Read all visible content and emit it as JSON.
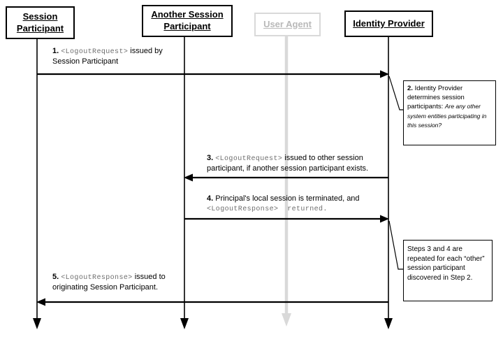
{
  "actors": [
    {
      "id": "session-participant",
      "label": "Session Participant",
      "muted": false
    },
    {
      "id": "another-session-participant",
      "label": "Another Session Participant",
      "muted": false
    },
    {
      "id": "user-agent",
      "label": "User Agent",
      "muted": true
    },
    {
      "id": "identity-provider",
      "label": "Identity Provider",
      "muted": false
    }
  ],
  "messages": [
    {
      "step": "1",
      "from": "session-participant",
      "to": "identity-provider",
      "lines": [
        [
          {
            "s": "num",
            "t": "1. "
          },
          {
            "s": "mono",
            "t": "<LogoutRequest>"
          },
          {
            "s": "plain",
            "t": " issued by"
          }
        ],
        [
          {
            "s": "plain",
            "t": "Session Participant"
          }
        ]
      ]
    },
    {
      "step": "3",
      "from": "identity-provider",
      "to": "another-session-participant",
      "lines": [
        [
          {
            "s": "num",
            "t": "3. "
          },
          {
            "s": "mono",
            "t": "<LogoutRequest>"
          },
          {
            "s": "plain",
            "t": " issued to other session"
          }
        ],
        [
          {
            "s": "plain",
            "t": "participant, if another session participant exists."
          }
        ]
      ]
    },
    {
      "step": "4",
      "from": "another-session-participant",
      "to": "identity-provider",
      "lines": [
        [
          {
            "s": "num",
            "t": "4. "
          },
          {
            "s": "plain",
            "t": "Principal's local session is terminated, and"
          }
        ],
        [
          {
            "s": "mono",
            "t": "<LogoutResponse>  returned."
          }
        ]
      ]
    },
    {
      "step": "5",
      "from": "identity-provider",
      "to": "session-participant",
      "lines": [
        [
          {
            "s": "num",
            "t": "5. "
          },
          {
            "s": "mono",
            "t": "<LogoutResponse>"
          },
          {
            "s": "plain",
            "t": " issued to"
          }
        ],
        [
          {
            "s": "plain",
            "t": "originating Session Participant."
          }
        ]
      ]
    }
  ],
  "notes": [
    {
      "id": "step-2-note",
      "lines": [
        [
          {
            "s": "num",
            "t": "2. "
          },
          {
            "s": "plain",
            "t": "Identity Provider"
          }
        ],
        [
          {
            "s": "plain",
            "t": "determines session"
          }
        ],
        [
          {
            "s": "plain",
            "t": "participants: "
          },
          {
            "s": "italic",
            "t": "Are any other"
          }
        ],
        [
          {
            "s": "italic",
            "t": "system entities participating in"
          }
        ],
        [
          {
            "s": "italic",
            "t": "this session?"
          }
        ]
      ]
    },
    {
      "id": "steps-3-4-repeat-note",
      "lines": [
        [
          {
            "s": "plain",
            "t": "Steps 3 and 4 are"
          }
        ],
        [
          {
            "s": "plain",
            "t": "repeated for each “other”"
          }
        ],
        [
          {
            "s": "plain",
            "t": "session participant"
          }
        ],
        [
          {
            "s": "plain",
            "t": "discovered in Step 2."
          }
        ]
      ]
    }
  ],
  "colors": {
    "line": "#000000",
    "muted": "#d9d9d9",
    "muted_text": "#b9b9b9",
    "mono": "#6e6e6e",
    "background": "#ffffff"
  }
}
